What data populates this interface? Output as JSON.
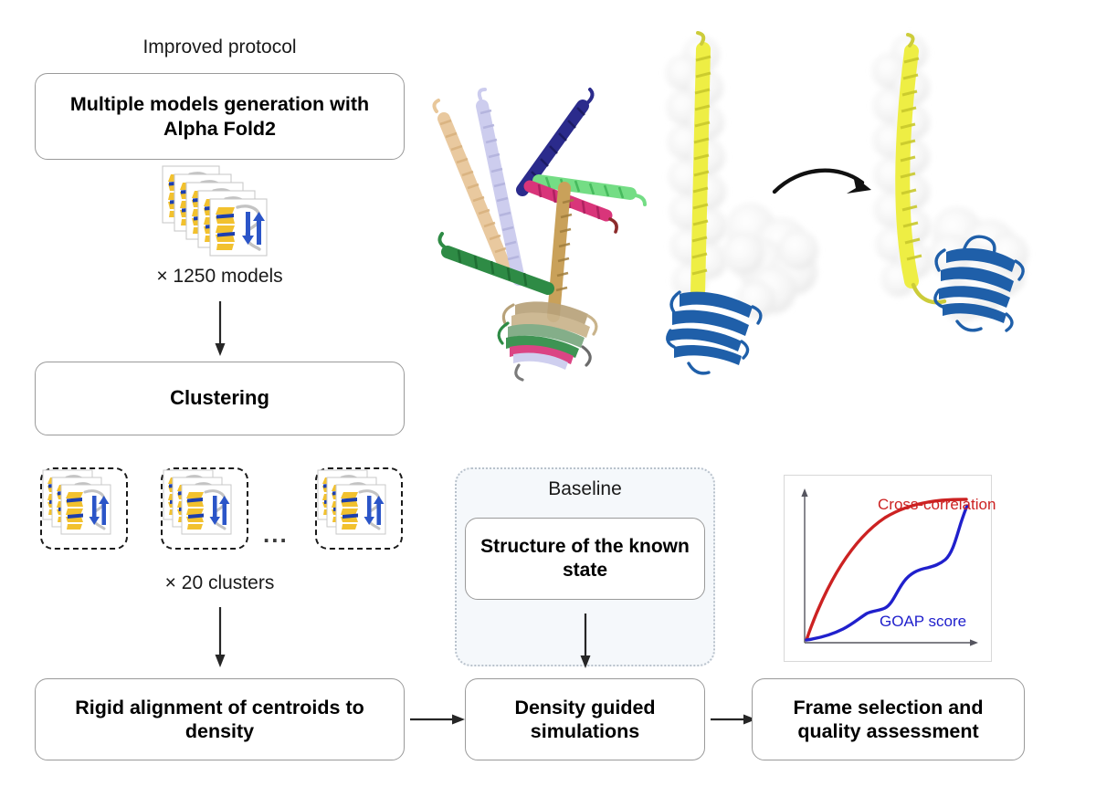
{
  "figure": {
    "kind": "scientific-workflow-diagram",
    "title_label": "Improved protocol"
  },
  "left_pipeline": {
    "header": "Improved protocol",
    "boxes": [
      {
        "id": "af2",
        "label": "Multiple models generation with Alpha Fold2"
      },
      {
        "id": "clustering",
        "label": "Clustering"
      },
      {
        "id": "rigid-align",
        "label": "Rigid alignment of centroids to density"
      }
    ],
    "model_count_label": "× 1250 models",
    "cluster_count_label": "× 20 clusters",
    "cluster_ellipsis": "..."
  },
  "baseline": {
    "header": "Baseline",
    "box_label": "Structure of the known state"
  },
  "bottom_row": {
    "boxes": [
      {
        "id": "rigid-align",
        "label": "Rigid alignment of centroids to density"
      },
      {
        "id": "density-sim",
        "label": "Density guided simulations"
      },
      {
        "id": "frame-select",
        "label": "Frame selection and quality assessment"
      }
    ]
  },
  "chart_data": {
    "type": "line",
    "title": "",
    "xlabel": "",
    "ylabel": "",
    "grid": false,
    "legend": "inline-annotations",
    "xlim": [
      0,
      100
    ],
    "ylim": [
      0,
      100
    ],
    "series": [
      {
        "name": "Cross-correlation",
        "color": "#cc2222",
        "label_position": "upper-middle",
        "x": [
          0,
          5,
          10,
          16,
          22,
          30,
          38,
          46,
          55,
          65,
          75,
          85,
          95,
          100
        ],
        "y": [
          2,
          18,
          33,
          47,
          58,
          69,
          77,
          83,
          88,
          91,
          93,
          94,
          94,
          94
        ]
      },
      {
        "name": "GOAP score",
        "color": "#2020cc",
        "label_position": "lower-right",
        "x": [
          0,
          8,
          16,
          24,
          30,
          35,
          40,
          46,
          52,
          58,
          64,
          70,
          78,
          86,
          92,
          96,
          100
        ],
        "y": [
          2,
          4,
          7,
          11,
          16,
          19,
          19,
          20,
          28,
          40,
          45,
          47,
          50,
          56,
          68,
          82,
          86
        ]
      }
    ],
    "annotations": [
      {
        "text": "Cross-correlation",
        "color": "#cc2222"
      },
      {
        "text": "GOAP score",
        "color": "#2020cc"
      }
    ],
    "axes": {
      "y_axis_arrow": true,
      "x_axis_arrow": true,
      "axis_color": "#55555f"
    }
  },
  "structures": {
    "ensemble": {
      "name": "superimposed-af2-models",
      "helix_colors": [
        "#e8c79a",
        "#ccccee",
        "#2b2b8c",
        "#d9357a",
        "#74dd85",
        "#2e8b45",
        "#c9a15a"
      ],
      "sheet_color": "#b8a27a"
    },
    "before": {
      "name": "initial-model-in-density",
      "helix_color": "#eeee44",
      "domain_color": "#1f5fa9",
      "density_color": "#f2f2f2"
    },
    "after": {
      "name": "refined-model-in-density",
      "helix_color": "#eeee44",
      "domain_color": "#1f5fa9",
      "density_color": "#f2f2f2"
    },
    "transition_arrow": "curved-arrow-icon"
  },
  "icons": {
    "model_card": "protein-model-card-icon",
    "arrow_down": "arrow-down-icon",
    "arrow_right": "arrow-right-icon",
    "curved_arrow": "curved-arrow-icon"
  },
  "colors": {
    "helix_yellow": "#f2c12e",
    "strand_blue": "#2b55c8",
    "loop_gray": "#bdbdbd",
    "box_border": "#9a9a9a",
    "baseline_fill": "#f5f8fb",
    "baseline_border": "#b9c2cc",
    "cross_correlation": "#cc2222",
    "goap": "#2020cc"
  }
}
